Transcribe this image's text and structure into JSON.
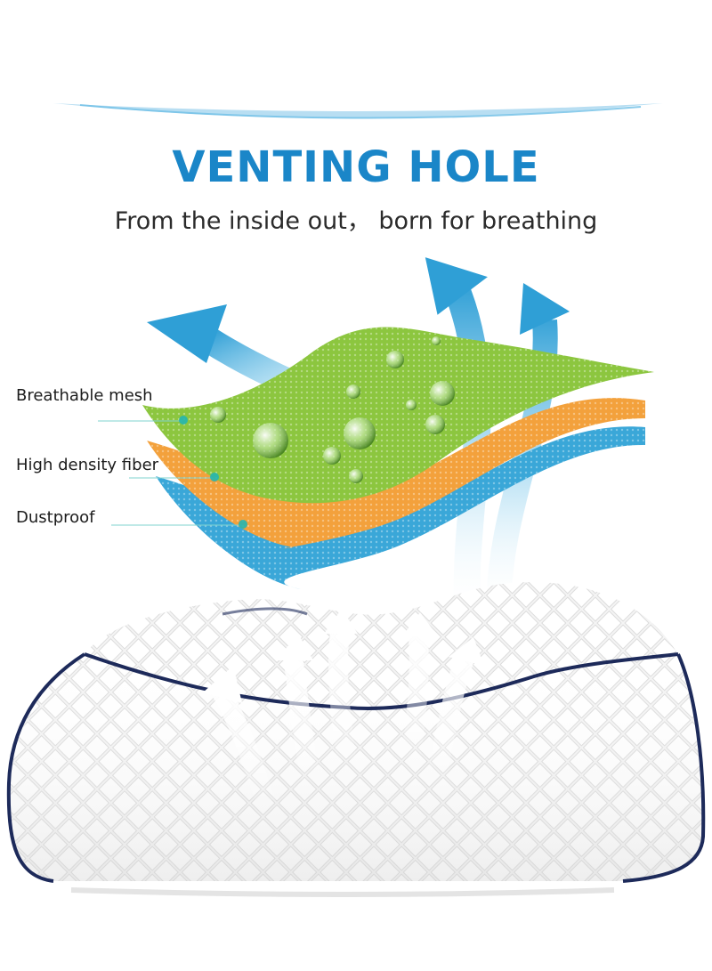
{
  "headline": {
    "title": "VENTING HOLE",
    "subtitle": "From the inside out， born for breathing"
  },
  "layers": [
    {
      "label": "Breathable mesh",
      "color": "#8cc63f"
    },
    {
      "label": "High density fiber",
      "color": "#f3a13c"
    },
    {
      "label": "Dustproof",
      "color": "#3aa7d8"
    }
  ],
  "colors": {
    "title": "#1a86c8",
    "arrow": "#2f9fd6",
    "piping": "#1d2a5a",
    "pointer": "#25b5b0"
  }
}
